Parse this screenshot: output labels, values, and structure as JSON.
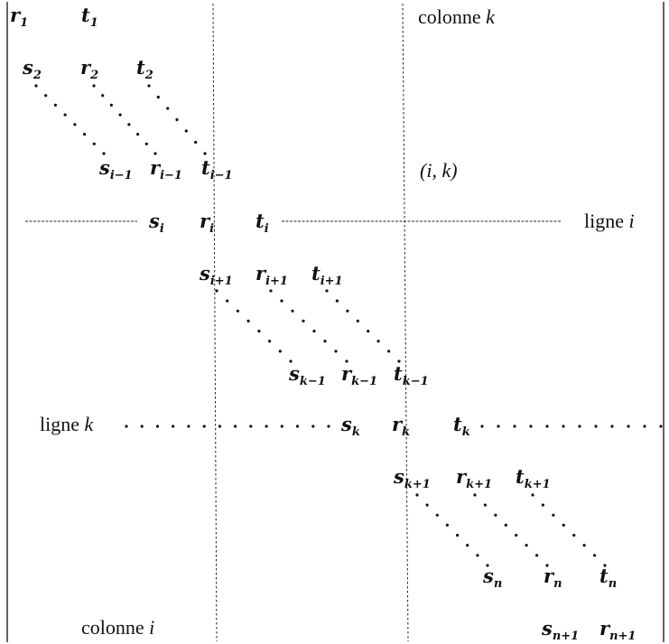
{
  "labels": {
    "column_k": "colonne",
    "column_k_var": "k",
    "column_i": "colonne",
    "column_i_var": "i",
    "row_i": "ligne",
    "row_i_var": "i",
    "row_k": "ligne",
    "row_k_var": "k",
    "entry_ik": "(i, k)"
  },
  "entries": [
    {
      "name": "r1",
      "base": "r",
      "sub": "1"
    },
    {
      "name": "t1",
      "base": "t",
      "sub": "1"
    },
    {
      "name": "s2",
      "base": "s",
      "sub": "2"
    },
    {
      "name": "r2",
      "base": "r",
      "sub": "2"
    },
    {
      "name": "t2",
      "base": "t",
      "sub": "2"
    },
    {
      "name": "s-i-1",
      "base": "s",
      "sub": "i−1"
    },
    {
      "name": "r-i-1",
      "base": "r",
      "sub": "i−1"
    },
    {
      "name": "t-i-1",
      "base": "t",
      "sub": "i−1"
    },
    {
      "name": "s-i",
      "base": "s",
      "sub": "i"
    },
    {
      "name": "r-i",
      "base": "r",
      "sub": "i"
    },
    {
      "name": "t-i",
      "base": "t",
      "sub": "i"
    },
    {
      "name": "s-i+1",
      "base": "s",
      "sub": "i+1"
    },
    {
      "name": "r-i+1",
      "base": "r",
      "sub": "i+1"
    },
    {
      "name": "t-i+1",
      "base": "t",
      "sub": "i+1"
    },
    {
      "name": "s-k-1",
      "base": "s",
      "sub": "k−1"
    },
    {
      "name": "r-k-1",
      "base": "r",
      "sub": "k−1"
    },
    {
      "name": "t-k-1",
      "base": "t",
      "sub": "k−1"
    },
    {
      "name": "s-k",
      "base": "s",
      "sub": "k"
    },
    {
      "name": "r-k",
      "base": "r",
      "sub": "k"
    },
    {
      "name": "t-k",
      "base": "t",
      "sub": "k"
    },
    {
      "name": "s-k+1",
      "base": "s",
      "sub": "k+1"
    },
    {
      "name": "r-k+1",
      "base": "r",
      "sub": "k+1"
    },
    {
      "name": "t-k+1",
      "base": "t",
      "sub": "k+1"
    },
    {
      "name": "s-n",
      "base": "s",
      "sub": "n"
    },
    {
      "name": "r-n",
      "base": "r",
      "sub": "n"
    },
    {
      "name": "t-n",
      "base": "t",
      "sub": "n"
    },
    {
      "name": "s-n+1",
      "base": "s",
      "sub": "n+1"
    },
    {
      "name": "r-n+1",
      "base": "r",
      "sub": "n+1"
    }
  ]
}
